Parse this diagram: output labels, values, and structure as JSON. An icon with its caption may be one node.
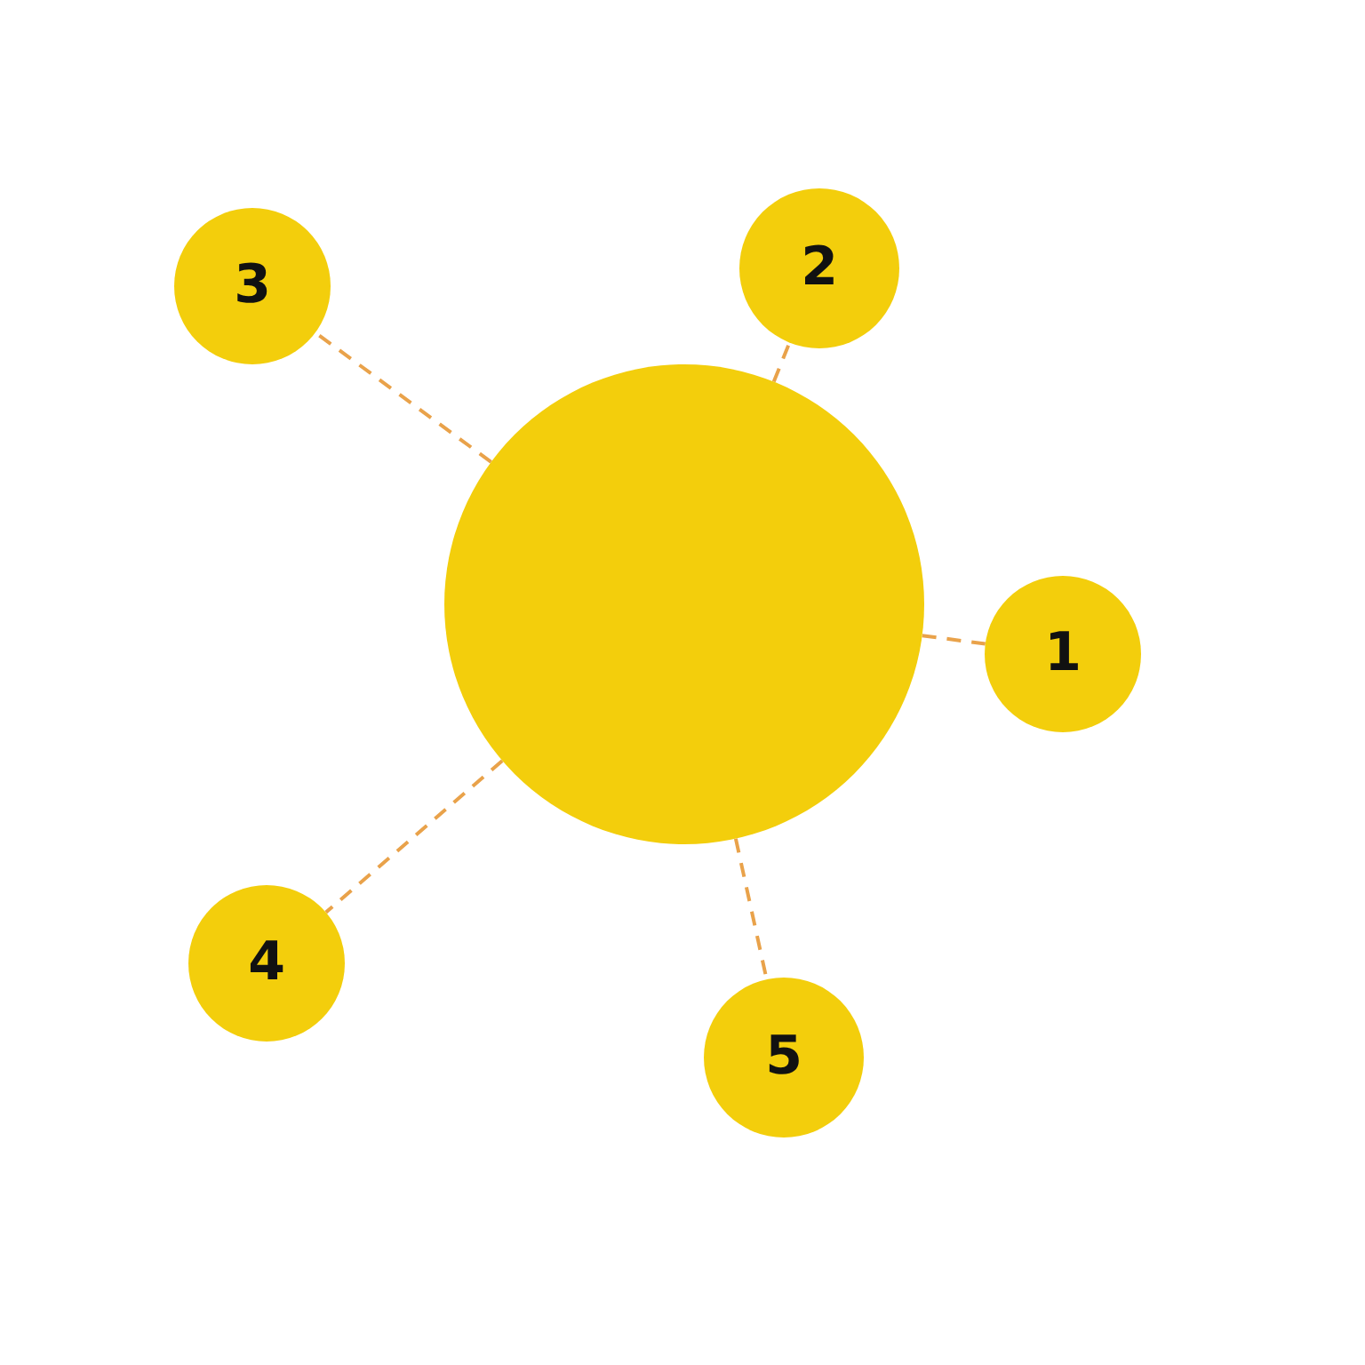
{
  "diagram": {
    "nodes": [
      {
        "text": [],
        "shape": "circle"
      },
      {
        "text": [
          "1"
        ]
      },
      {
        "text": [
          "2"
        ]
      },
      {
        "text": [
          "3"
        ]
      },
      {
        "text": [
          "4"
        ]
      },
      {
        "text": [
          "5"
        ]
      }
    ],
    "edges": [
      {
        "from": 0,
        "to": 1,
        "arrow": "none",
        "style": "dashed"
      },
      {
        "from": 0,
        "to": 2,
        "arrow": "none",
        "style": "dashed"
      },
      {
        "from": 0,
        "to": 3,
        "arrow": "none",
        "style": "dashed"
      },
      {
        "from": 0,
        "to": 4,
        "arrow": "none",
        "style": "dashed"
      },
      {
        "from": 0,
        "to": 5,
        "arrow": "none",
        "style": "dashed"
      }
    ]
  }
}
